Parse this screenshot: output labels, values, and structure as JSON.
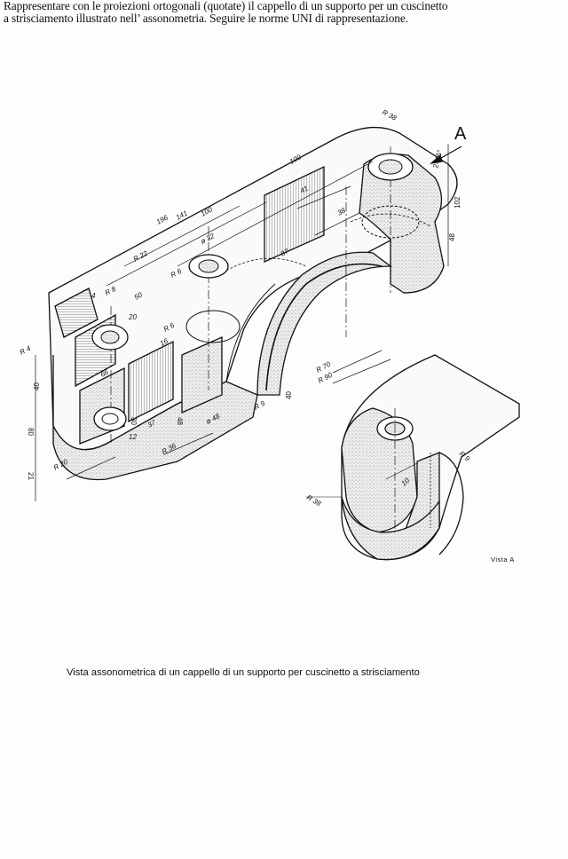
{
  "instructions": {
    "line1": "Rappresentare con le proiezioni ortogonali (quotate) il cappello di un supporto per un cuscinetto",
    "line2": "a strisciamento illustrato nell’ assonometria. Seguire le norme UNI di rappresentazione."
  },
  "caption": "Vista assonometrica di un cappello di un supporto per cuscinetto a strisciamento",
  "view_label": "Vista A",
  "view_arrow_label": "A",
  "dimensions": {
    "r38_top": "R 38",
    "chamfer": "2×45°",
    "d100_top": "100",
    "d102": "102",
    "d41": "41",
    "d38": "38",
    "d48_right": "48",
    "d196": "196",
    "d141": "141",
    "d100_mid": "100",
    "r22": "R 22",
    "d32": "ø 32",
    "r6": "R 6",
    "d87": "87",
    "d4": "4",
    "r8": "R 8",
    "d50": "50",
    "d20": "20",
    "r67": "R 6",
    "d16": "16",
    "r4": "R 4",
    "d66": "66",
    "d40_left": "40",
    "d80": "80",
    "d30": "30",
    "d12": "12",
    "d37": "37",
    "d48_bottom": "48",
    "d48_dia": "ø 48",
    "r36": "R 36",
    "r20": "R 20",
    "d21": "21",
    "r9": "R 9",
    "d40_mid": "40",
    "r70": "R 70",
    "r90": "R 90",
    "r9_vista": "R 9",
    "d10_vista": "10",
    "r38_vista": "R 38"
  }
}
